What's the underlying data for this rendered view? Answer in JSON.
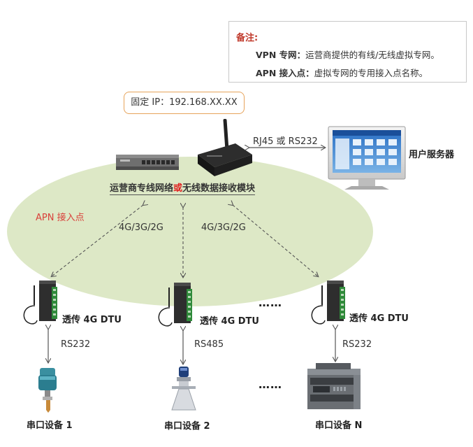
{
  "note": {
    "title": "备注:",
    "vpn_term": "VPN 专网：",
    "vpn_desc": "运营商提供的有线/无线虚拟专网。",
    "apn_term": "APN 接入点：",
    "apn_desc": "虚拟专网的专用接入点名称。"
  },
  "fixed_ip": "固定 IP：192.168.XX.XX",
  "link_server": "RJ45 或 RS232",
  "server_label": "用户服务器",
  "network_label_a": "运营商专线网络",
  "network_label_or": "或",
  "network_label_b": "无线数据接收模块",
  "apn_label": "APN 接入点",
  "wireless_left": "4G/3G/2G",
  "wireless_right": "4G/3G/2G",
  "ellipsis": "……",
  "dtus": [
    {
      "label": "透传 4G DTU",
      "link": "RS232",
      "device": "串口设备 1"
    },
    {
      "label": "透传 4G DTU",
      "link": "RS485",
      "device": "串口设备 2"
    },
    {
      "label": "透传 4G DTU",
      "link": "RS232",
      "device": "串口设备 N"
    }
  ],
  "colors": {
    "ellipse_fill": "#dde8c6",
    "ip_border": "#e6a35a",
    "accent_red": "#d9403a",
    "dtu_green": "#2f8a3a"
  }
}
